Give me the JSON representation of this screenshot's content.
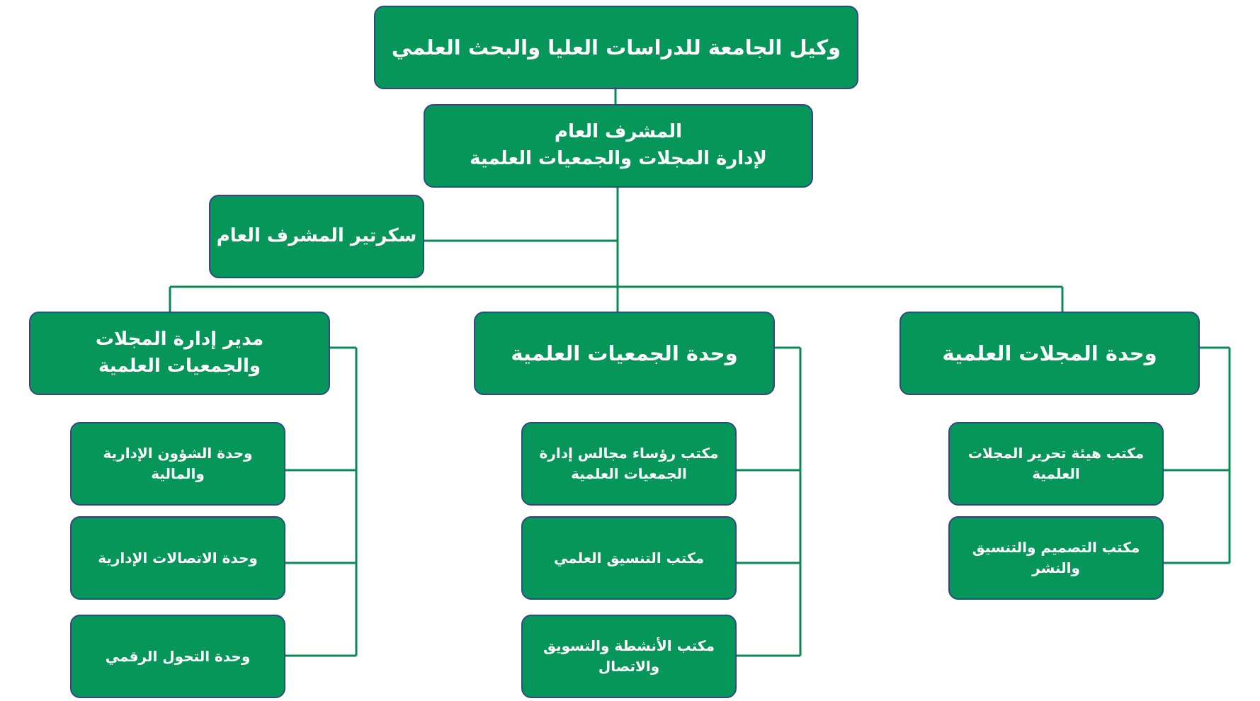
{
  "chart": {
    "root": "وكيل الجامعة للدراسات العليا والبحث العلمي",
    "supervisor": {
      "line1": "المشرف العام",
      "line2": "لإدارة المجلات والجمعيات العلمية"
    },
    "secretary": "سكرتير المشرف العام",
    "units": {
      "journals": {
        "title": "وحدة المجلات العلمية",
        "offices": [
          {
            "line1": "مكتب هيئة تحرير المجلات",
            "line2": "العلمية"
          },
          {
            "line1": "مكتب التصميم والتنسيق",
            "line2": "والنشر"
          }
        ]
      },
      "societies": {
        "title": "وحدة الجمعيات العلمية",
        "offices": [
          {
            "line1": "مكتب رؤساء مجالس إدارة",
            "line2": "الجمعيات العلمية"
          },
          {
            "line1": "مكتب التنسيق العلمي"
          },
          {
            "line1": "مكتب الأنشطة والتسويق",
            "line2": "والاتصال"
          }
        ]
      },
      "director": {
        "line1": "مدير إدارة المجلات",
        "line2": "والجمعيات العلمية",
        "offices": [
          {
            "line1": "وحدة الشؤون الإدارية",
            "line2": "والمالية"
          },
          {
            "line1": "وحدة الاتصالات الإدارية"
          },
          {
            "line1": "وحدة التحول الرقمي"
          }
        ]
      }
    }
  },
  "colors": {
    "box_fill": "#07965a",
    "box_border": "#2d4a86",
    "connector": "#0a8a52",
    "text": "#ffffff"
  }
}
